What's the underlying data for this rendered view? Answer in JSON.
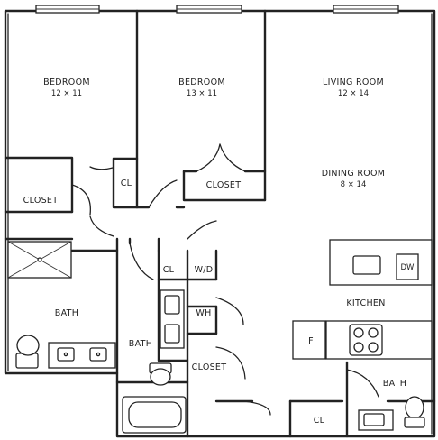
{
  "rooms": {
    "bedroom_1": {
      "label": "BEDROOM",
      "dims": "12 × 11"
    },
    "bedroom_2": {
      "label": "BEDROOM",
      "dims": "13 × 11"
    },
    "living_room": {
      "label": "LIVING ROOM",
      "dims": "12 × 14"
    },
    "dining_room": {
      "label": "DINING ROOM",
      "dims": "8 × 14"
    },
    "closet_1": {
      "label": "CLOSET"
    },
    "closet_2": {
      "label": "CLOSET"
    },
    "closet_3": {
      "label": "CLOSET"
    },
    "cl_1": {
      "label": "CL"
    },
    "cl_2": {
      "label": "CL"
    },
    "cl_3": {
      "label": "CL"
    },
    "wd": {
      "label": "W/D"
    },
    "wh": {
      "label": "WH"
    },
    "bath_1": {
      "label": "BATH"
    },
    "bath_2": {
      "label": "BATH"
    },
    "bath_3": {
      "label": "BATH"
    },
    "kitchen": {
      "label": "KITCHEN"
    },
    "fridge": {
      "label": "F"
    },
    "dishwasher": {
      "label": "DW"
    }
  }
}
